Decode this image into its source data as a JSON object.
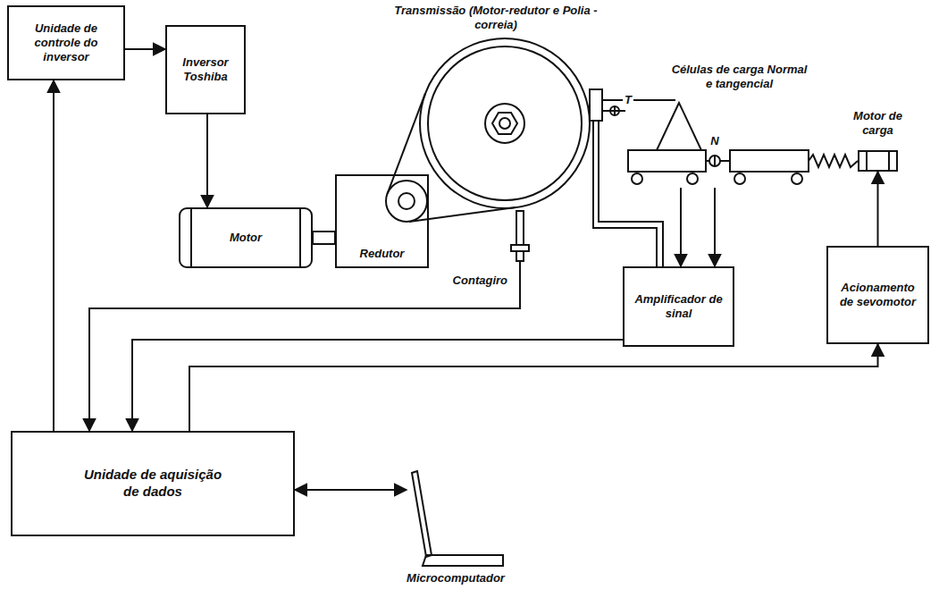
{
  "diagram": {
    "nodes": [
      {
        "text": [
          "Unidade de controle do inversor"
        ]
      },
      {
        "text": [
          "Inversor Toshiba"
        ]
      },
      {
        "text": [
          "Motor"
        ]
      },
      {
        "text": [
          "Redutor"
        ]
      },
      {
        "text": [
          "Contagiro"
        ]
      },
      {
        "text": [
          "Células de carga Normal e tangencial"
        ]
      },
      {
        "text": [
          "Motor de carga"
        ]
      },
      {
        "text": [
          "Amplificador de sinal"
        ]
      },
      {
        "text": [
          "Acionamento de sevomotor"
        ]
      },
      {
        "text": [
          "Unidade de aquisição de dados"
        ]
      },
      {
        "text": [
          "Microcomputador"
        ]
      }
    ],
    "edges": [
      {
        "from": 0,
        "to": 1,
        "arrow": "to"
      },
      {
        "from": 1,
        "to": 2,
        "arrow": "to"
      },
      {
        "from": 9,
        "to": 0,
        "arrow": "to"
      },
      {
        "from": 4,
        "to": 9,
        "arrow": "to"
      },
      {
        "from": 5,
        "to": 7,
        "arrow": "to"
      },
      {
        "from": 5,
        "to": 7,
        "arrow": "to"
      },
      {
        "from": 7,
        "to": 9,
        "arrow": "to"
      },
      {
        "from": 9,
        "to": 8,
        "arrow": "to"
      },
      {
        "from": 8,
        "to": 6,
        "arrow": "to"
      },
      {
        "from": 9,
        "to": 10,
        "arrow": "both"
      }
    ],
    "labels": [
      "Transmissão (Motor-redutor e Polia - correia)",
      "T",
      "N"
    ]
  }
}
